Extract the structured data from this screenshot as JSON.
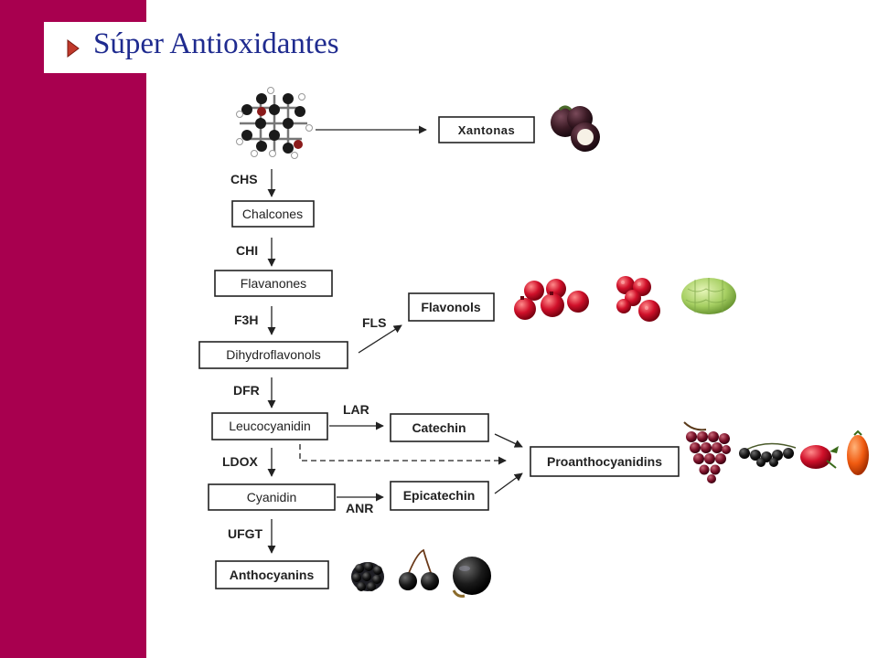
{
  "title": "Súper Antioxidantes",
  "colors": {
    "sidebar": "#A8004F",
    "title_text": "#1f2b8f",
    "title_arrow": "#c0392b"
  },
  "icons": [
    "caret-right-icon",
    "molecule-icon",
    "mangosteen-icon",
    "pomegranate-icon",
    "raspberry-icon",
    "custard-apple-icon",
    "grapes-icon",
    "blackcurrant-icon",
    "rosehip-icon",
    "goji-icon",
    "blackberry-icon",
    "cherry-icon",
    "blackcurrant-large-icon"
  ],
  "diagram": {
    "xanthones": "Xantonas",
    "nodes": {
      "chalcones": "Chalcones",
      "flavanones": "Flavanones",
      "dihydroflavonols": "Dihydroflavonols",
      "leucocyanidin": "Leucocyanidin",
      "cyanidin": "Cyanidin",
      "anthocyanins": "Anthocyanins",
      "flavonols": "Flavonols",
      "catechin": "Catechin",
      "epicatechin": "Epicatechin",
      "proanthocyanidins": "Proanthocyanidins"
    },
    "enzymes": {
      "chs": "CHS",
      "chi": "CHI",
      "f3h": "F3H",
      "dfr": "DFR",
      "ldox": "LDOX",
      "ufgt": "UFGT",
      "fls": "FLS",
      "lar": "LAR",
      "anr": "ANR"
    }
  }
}
